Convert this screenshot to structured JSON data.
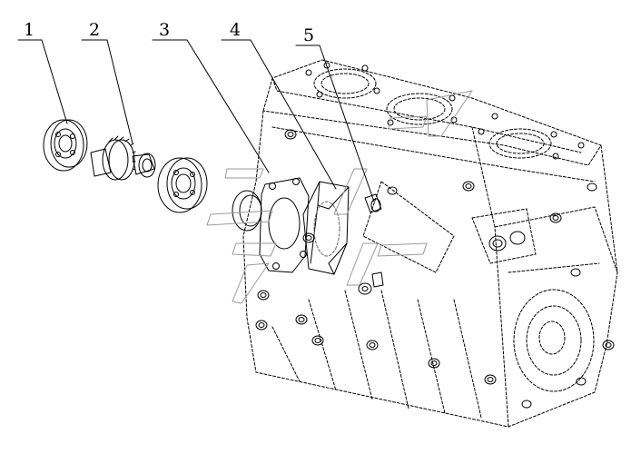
{
  "callouts": [
    {
      "id": "1",
      "label": "1"
    },
    {
      "id": "2",
      "label": "2"
    },
    {
      "id": "3",
      "label": "3"
    },
    {
      "id": "4",
      "label": "4"
    },
    {
      "id": "5",
      "label": "5"
    }
  ],
  "colors": {
    "line": "#000000",
    "watermark": "#9a9a9a",
    "background": "#ffffff"
  }
}
